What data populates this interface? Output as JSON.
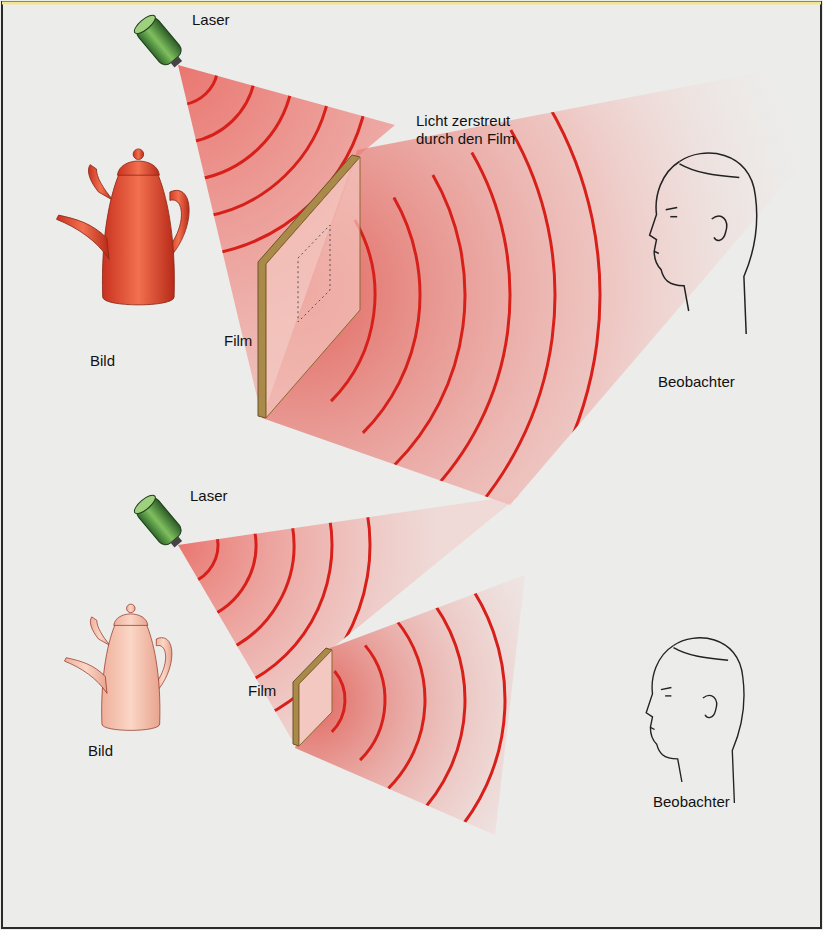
{
  "diagram": {
    "labels": [
      "Laser",
      "Film",
      "Licht zerstreut durch den Film",
      "Bild",
      "Beobachter",
      "Laser",
      "Film",
      "Bild",
      "Beobachter"
    ]
  }
}
